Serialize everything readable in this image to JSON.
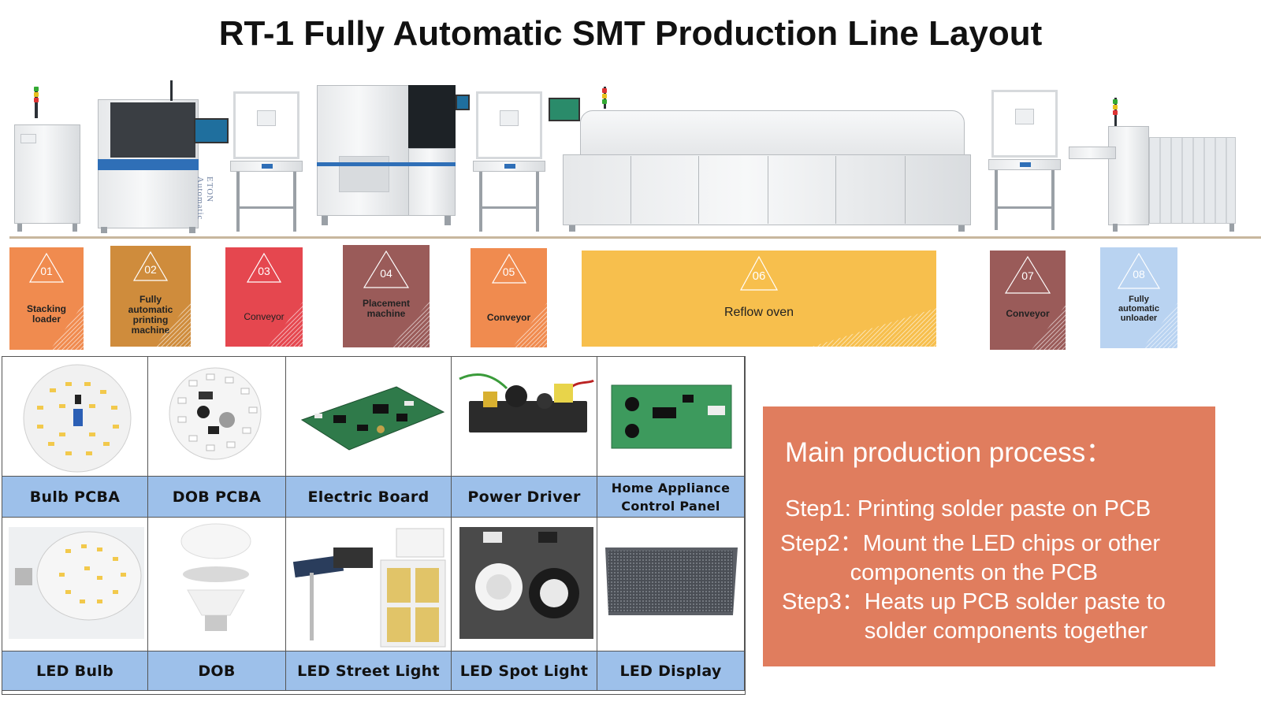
{
  "title": "RT-1 Fully Automatic SMT Production Line Layout",
  "machine_branding": {
    "printer_brand": "ETON Automatic"
  },
  "steps": [
    {
      "num": "01",
      "label": "Stacking\nloader",
      "color": "#f08b4f"
    },
    {
      "num": "02",
      "label": "Fully\nautomatic\nprinting\nmachine",
      "color": "#cf8c3c"
    },
    {
      "num": "03",
      "label": "Conveyor",
      "color": "#e5474f"
    },
    {
      "num": "04",
      "label": "Placement\nmachine",
      "color": "#9a5b59"
    },
    {
      "num": "05",
      "label": "Conveyor",
      "color": "#f08b4f"
    },
    {
      "num": "06",
      "label": "Reflow oven",
      "color": "#f7bf4d"
    },
    {
      "num": "07",
      "label": "Conveyor",
      "color": "#9a5b59"
    },
    {
      "num": "08",
      "label": "Fully\nautomatic\nunloader",
      "color": "#b9d3f1"
    }
  ],
  "products": {
    "row1": [
      {
        "label": "Bulb PCBA",
        "icon": "bulb-pcba-image"
      },
      {
        "label": "DOB PCBA",
        "icon": "dob-pcba-image"
      },
      {
        "label": "Electric Board",
        "icon": "electric-board-image"
      },
      {
        "label": "Power Driver",
        "icon": "power-driver-image"
      },
      {
        "label": "Home Appliance\nControl Panel",
        "icon": "control-panel-image"
      }
    ],
    "row2": [
      {
        "label": "LED Bulb",
        "icon": "led-bulb-image"
      },
      {
        "label": "DOB",
        "icon": "dob-image"
      },
      {
        "label": "LED Street Light",
        "icon": "street-light-image"
      },
      {
        "label": "LED Spot Light",
        "icon": "spot-light-image"
      },
      {
        "label": "LED Display",
        "icon": "led-display-image"
      }
    ]
  },
  "process": {
    "title": "Main production process：",
    "steps": [
      {
        "prefix": "Step1: ",
        "text": "Printing solder paste on PCB"
      },
      {
        "prefix": "Step2：",
        "text": "Mount the LED chips or other\n           components on the PCB"
      },
      {
        "prefix": "Step3：",
        "text": "Heats up PCB solder paste to\n             solder components together"
      }
    ]
  },
  "colors": {
    "label_blue": "#9dc0ea",
    "process_bg": "#e07d5e"
  }
}
